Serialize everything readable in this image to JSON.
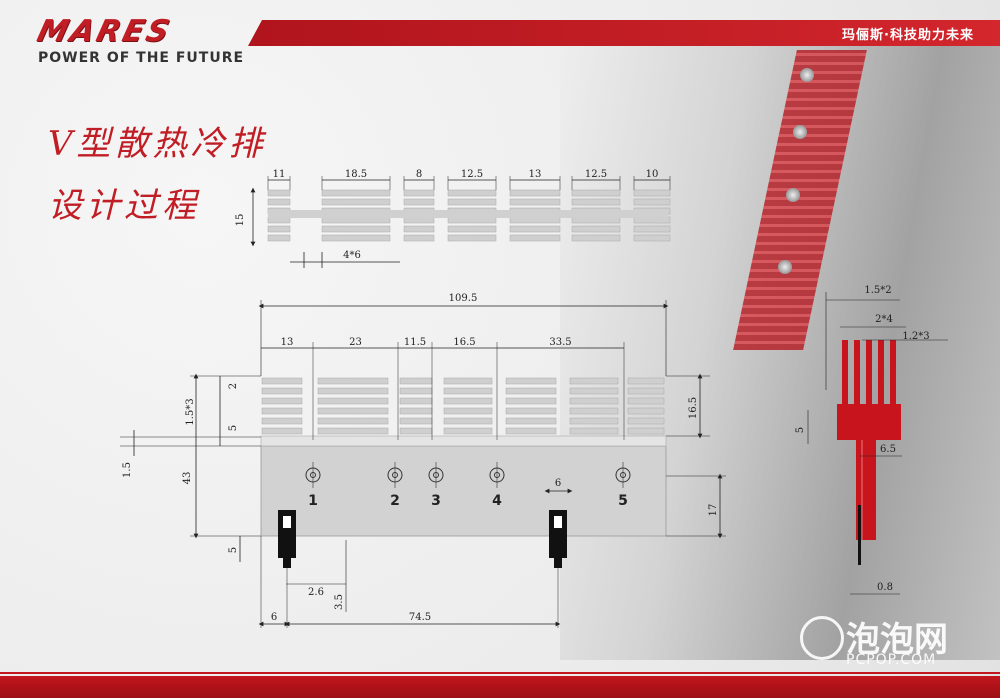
{
  "brand": {
    "logo": "MARES",
    "tagline": "POWER OF THE FUTURE",
    "slogan": "玛俪斯·科技助力未来"
  },
  "title": {
    "line1": "V型散热冷排",
    "line2": "设计过程"
  },
  "top_view": {
    "widths": [
      "11",
      "18.5",
      "8",
      "12.5",
      "13",
      "12.5",
      "10"
    ],
    "height": "15",
    "gap": "4*6"
  },
  "front_view": {
    "total_width": "109.5",
    "segments": [
      "13",
      "23",
      "11.5",
      "16.5",
      "33.5"
    ],
    "left_dims": [
      "2",
      "1.5*3",
      "5",
      "1.5",
      "43"
    ],
    "right_dims": [
      "16.5",
      "17"
    ],
    "hole_labels": [
      "1",
      "2",
      "3",
      "4",
      "5"
    ],
    "connector_width": "6",
    "bottom_dims": [
      "5",
      "2.6",
      "3.5",
      "6",
      "74.5"
    ]
  },
  "side_view": {
    "dims": [
      "1.5*2",
      "2*4",
      "1.2*3",
      "5",
      "6.5",
      "0.8"
    ]
  },
  "watermark": {
    "cn": "泡泡网",
    "en": "PCPOP.COM"
  },
  "colors": {
    "brand_red": "#c01d24",
    "fin_gray": "#cfcfcf",
    "plate_gray": "#d2d2d2"
  }
}
